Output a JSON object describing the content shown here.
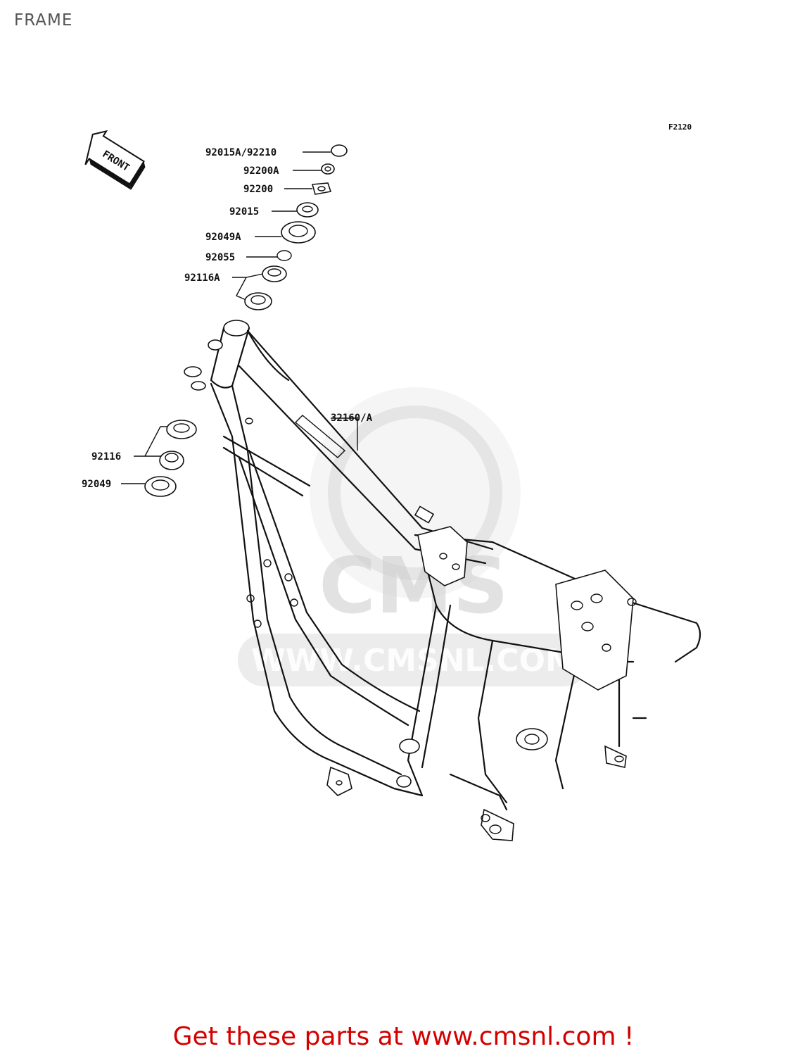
{
  "title": "FRAME",
  "diagram_code": "F2120",
  "front_arrow_label": "FRONT",
  "watermark_text": "WWW.CMSNL.COM",
  "parts": [
    {
      "label": "92015A/92210"
    },
    {
      "label": "92200A"
    },
    {
      "label": "92200"
    },
    {
      "label": "92015"
    },
    {
      "label": "92049A"
    },
    {
      "label": "92055"
    },
    {
      "label": "92116A"
    },
    {
      "label": "32160/A"
    },
    {
      "label": "92116"
    },
    {
      "label": "92049"
    }
  ],
  "cta": "Get these parts at www.cmsnl.com !",
  "colors": {
    "cta": "#d40000",
    "title": "#555555",
    "watermark": "#c8c8c8"
  }
}
